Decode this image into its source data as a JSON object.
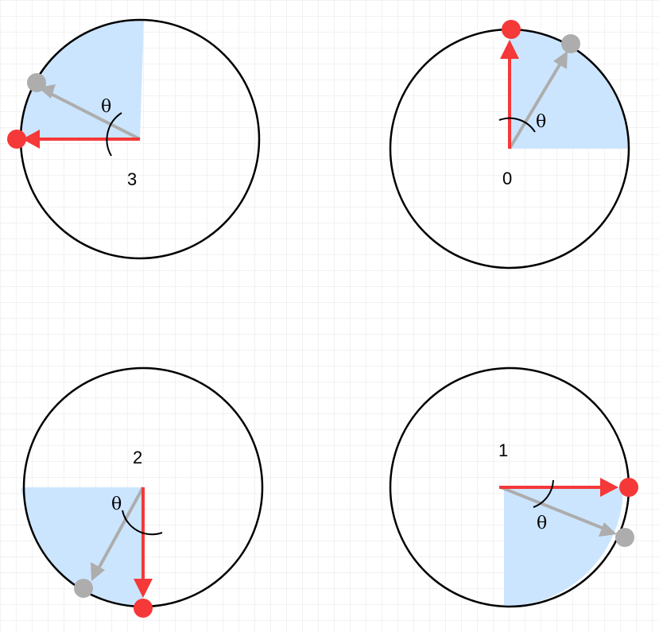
{
  "colors": {
    "background": "#ffffff",
    "grid": "#e6e6e6",
    "circle": "#000000",
    "sector": "#cce5ff",
    "red": "#f53838",
    "gray": "#adadad"
  },
  "quadrants": [
    {
      "id": "q3",
      "number": "3",
      "theta": "θ"
    },
    {
      "id": "q0",
      "number": "0",
      "theta": "θ"
    },
    {
      "id": "q2",
      "number": "2",
      "theta": "θ"
    },
    {
      "id": "q1",
      "number": "1",
      "theta": "θ"
    }
  ]
}
